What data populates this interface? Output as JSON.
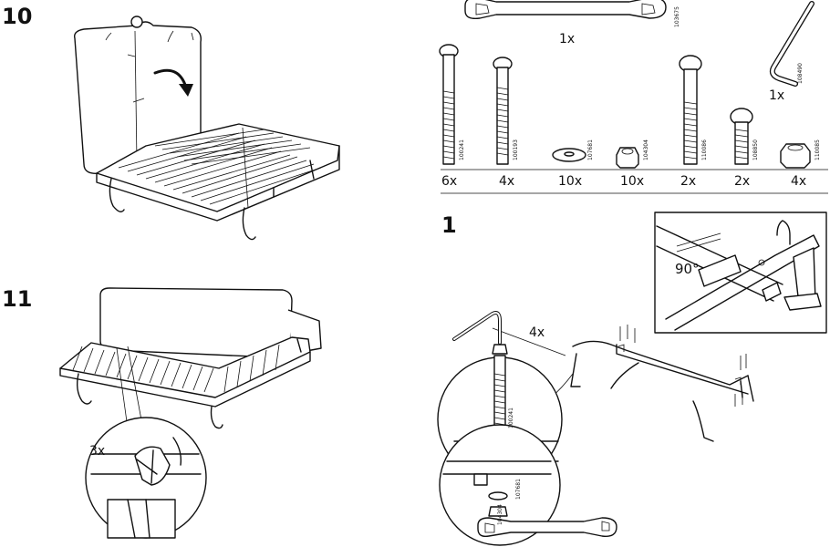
{
  "steps": {
    "s10": "10",
    "s11": "11",
    "s1": "1"
  },
  "parts": {
    "wrench": {
      "qty": "1x",
      "code": "103675"
    },
    "allen_key": {
      "qty": "1x",
      "code": "108490"
    },
    "bolt_long": {
      "qty": "6x",
      "code": "100241"
    },
    "bolt_medium": {
      "qty": "4x",
      "code": "100193"
    },
    "washer": {
      "qty": "10x",
      "code": "107681"
    },
    "nut_small": {
      "qty": "10x",
      "code": "104304"
    },
    "bolt_shoulder": {
      "qty": "2x",
      "code": "110086"
    },
    "bolt_short": {
      "qty": "2x",
      "code": "108850"
    },
    "nut_large": {
      "qty": "4x",
      "code": "110085"
    }
  },
  "step11": {
    "qty": "3x"
  },
  "step1": {
    "angle": "90°",
    "callout_qty": "4x",
    "bolt_code": "100241",
    "washer_code": "107681",
    "nut_code": "104304"
  }
}
